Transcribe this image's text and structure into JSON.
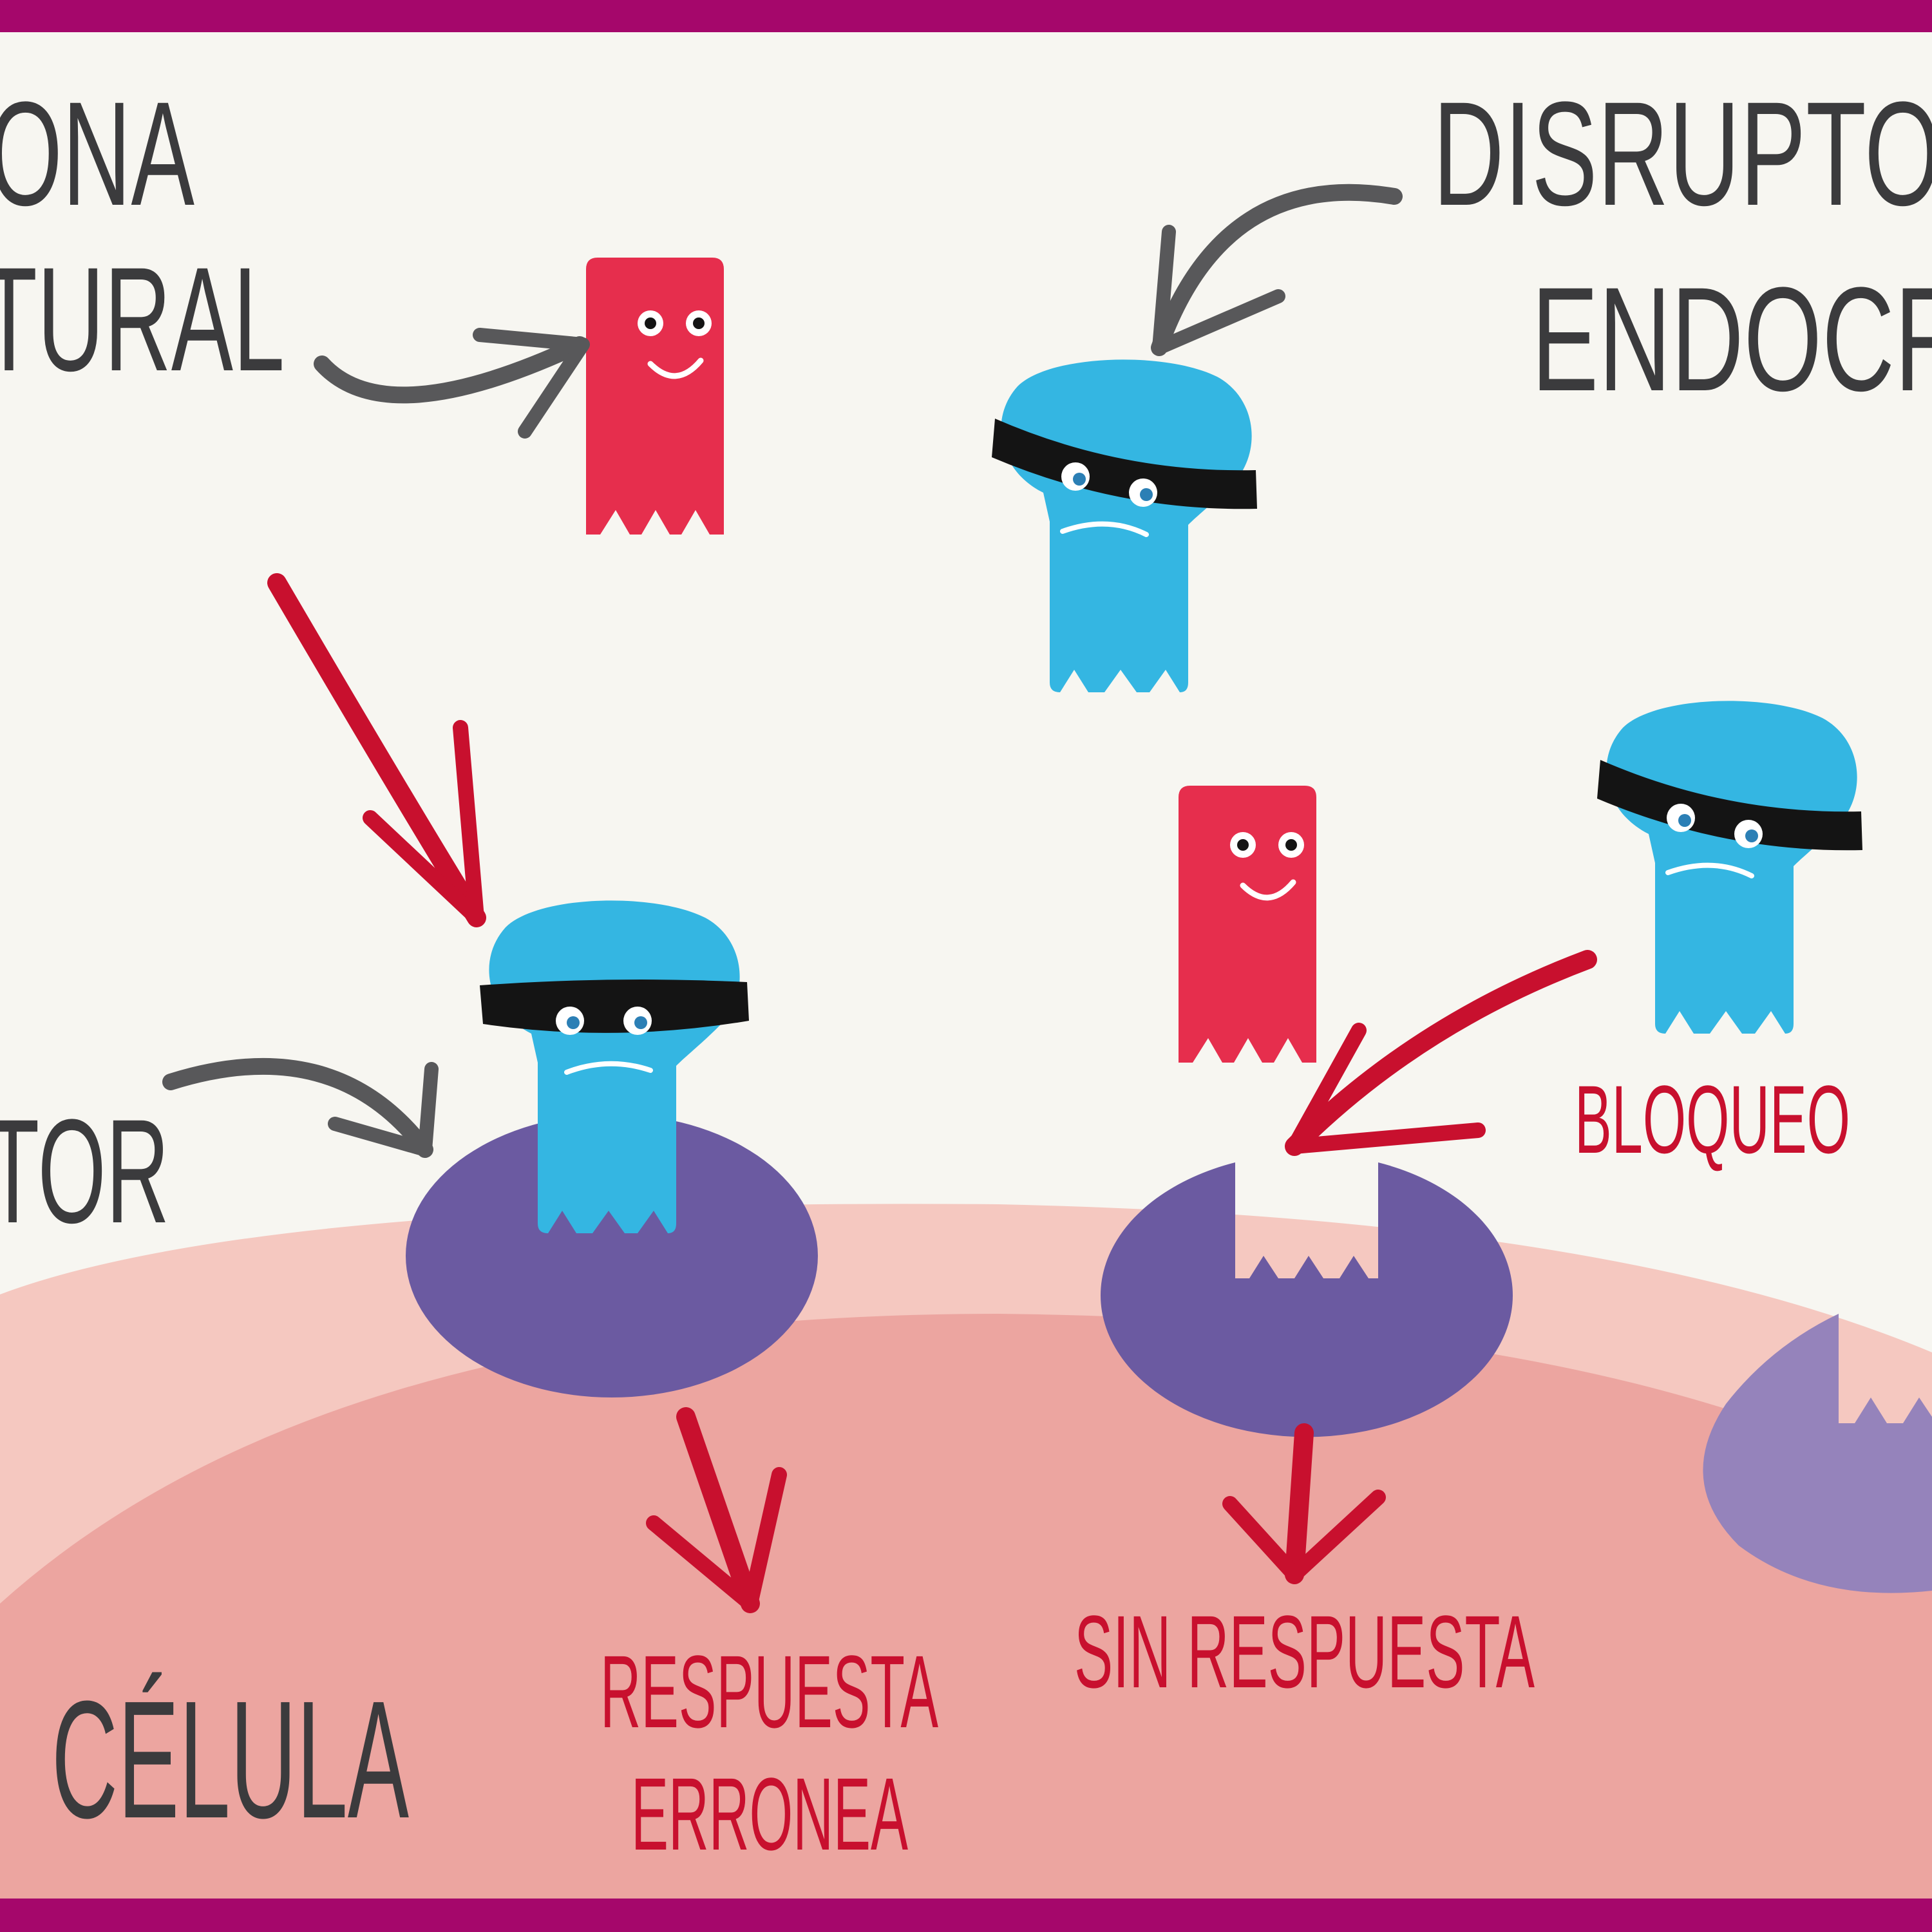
{
  "labels": {
    "hormona_line1": "ONA",
    "hormona_line2": "TURAL",
    "disruptor_line1": "DISRUPTOR",
    "disruptor_line2": "ENDOCRI",
    "receptor": "TOR",
    "bloqueo": "BLOQUEO",
    "celula": "CÉLULA",
    "respuesta_line1": "RESPUESTA",
    "respuesta_line2": "ERRONEA",
    "sin_respuesta": "SIN RESPUESTA"
  },
  "colors": {
    "frame": "#a5076b",
    "background": "#f7f6f1",
    "cell_outer": "#f5c8c0",
    "cell_inner": "#eca5a0",
    "hormone": "#e62e4d",
    "disruptor": "#34b6e2",
    "mask": "#141414",
    "receptor": "#6b5aa1",
    "receptor_faded": "#9583bb",
    "arrow_red": "#c8102e",
    "arrow_gray": "#58585a",
    "text_dark": "#3b3b3d",
    "text_red": "#c8102e"
  }
}
